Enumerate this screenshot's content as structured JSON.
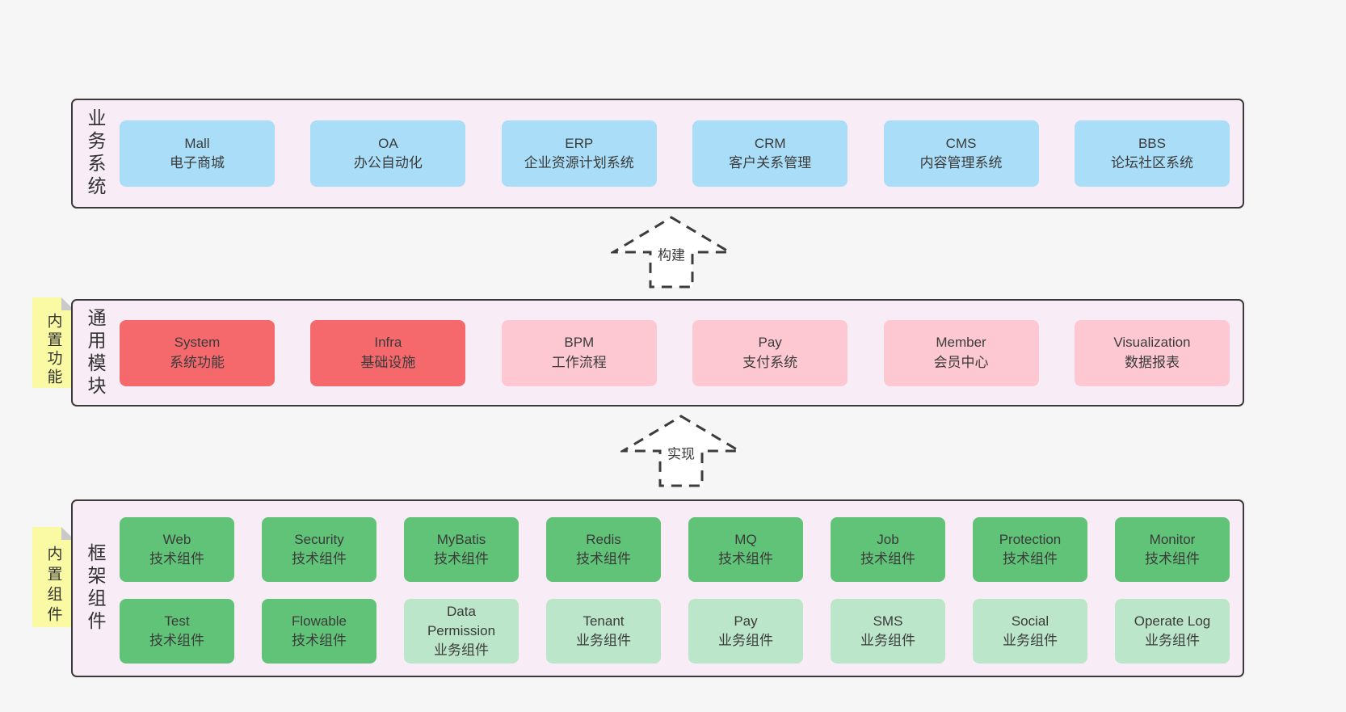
{
  "colors": {
    "page_bg": "#f6f6f6",
    "band_bg": "#f8ecf6",
    "band_border": "#3a3a3a",
    "blue_box": "#aadef8",
    "red_box": "#f5696d",
    "pink_box": "#fdc8d1",
    "green_box": "#60c377",
    "light_green_box": "#bbe6c9",
    "note_yellow": "#fafaa5",
    "note_fold_gray": "#c9c9c9"
  },
  "arrows": [
    {
      "label": "构建"
    },
    {
      "label": "实现"
    }
  ],
  "bands": [
    {
      "label": "业务系统",
      "boxes": [
        {
          "name": "Mall",
          "desc": "电子商城",
          "variant": "blue"
        },
        {
          "name": "OA",
          "desc": "办公自动化",
          "variant": "blue"
        },
        {
          "name": "ERP",
          "desc": "企业资源计划系统",
          "variant": "blue"
        },
        {
          "name": "CRM",
          "desc": "客户关系管理",
          "variant": "blue"
        },
        {
          "name": "CMS",
          "desc": "内容管理系统",
          "variant": "blue"
        },
        {
          "name": "BBS",
          "desc": "论坛社区系统",
          "variant": "blue"
        }
      ]
    },
    {
      "label": "通用模块",
      "note": "内置功能",
      "boxes": [
        {
          "name": "System",
          "desc": "系统功能",
          "variant": "red"
        },
        {
          "name": "Infra",
          "desc": "基础设施",
          "variant": "red"
        },
        {
          "name": "BPM",
          "desc": "工作流程",
          "variant": "pink"
        },
        {
          "name": "Pay",
          "desc": "支付系统",
          "variant": "pink"
        },
        {
          "name": "Member",
          "desc": "会员中心",
          "variant": "pink"
        },
        {
          "name": "Visualization",
          "desc": "数据报表",
          "variant": "pink"
        }
      ]
    },
    {
      "label": "框架组件",
      "note": "内置组件",
      "rows": [
        [
          {
            "name": "Web",
            "desc": "技术组件",
            "variant": "green"
          },
          {
            "name": "Security",
            "desc": "技术组件",
            "variant": "green"
          },
          {
            "name": "MyBatis",
            "desc": "技术组件",
            "variant": "green"
          },
          {
            "name": "Redis",
            "desc": "技术组件",
            "variant": "green"
          },
          {
            "name": "MQ",
            "desc": "技术组件",
            "variant": "green"
          },
          {
            "name": "Job",
            "desc": "技术组件",
            "variant": "green"
          },
          {
            "name": "Protection",
            "desc": "技术组件",
            "variant": "green"
          },
          {
            "name": "Monitor",
            "desc": "技术组件",
            "variant": "green"
          }
        ],
        [
          {
            "name": "Test",
            "desc": "技术组件",
            "variant": "green"
          },
          {
            "name": "Flowable",
            "desc": "技术组件",
            "variant": "green"
          },
          {
            "name": "Data Permission",
            "desc": "业务组件",
            "variant": "lightgreen"
          },
          {
            "name": "Tenant",
            "desc": "业务组件",
            "variant": "lightgreen"
          },
          {
            "name": "Pay",
            "desc": "业务组件",
            "variant": "lightgreen"
          },
          {
            "name": "SMS",
            "desc": "业务组件",
            "variant": "lightgreen"
          },
          {
            "name": "Social",
            "desc": "业务组件",
            "variant": "lightgreen"
          },
          {
            "name": "Operate Log",
            "desc": "业务组件",
            "variant": "lightgreen"
          }
        ]
      ]
    }
  ]
}
